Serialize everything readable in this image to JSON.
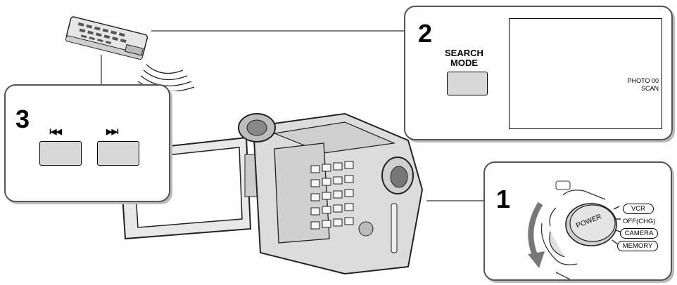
{
  "step1": {
    "number": "1",
    "dial_label": "POWER",
    "positions": [
      "VCR",
      "OFF(CHG)",
      "CAMERA",
      "MEMORY"
    ]
  },
  "step2": {
    "number": "2",
    "button_label_line1": "SEARCH",
    "button_label_line2": "MODE",
    "screen_line1": "PHOTO 00",
    "screen_line2": "SCAN"
  },
  "step3": {
    "number": "3",
    "prev_symbol": "I◀◀",
    "next_symbol": "▶▶I"
  }
}
